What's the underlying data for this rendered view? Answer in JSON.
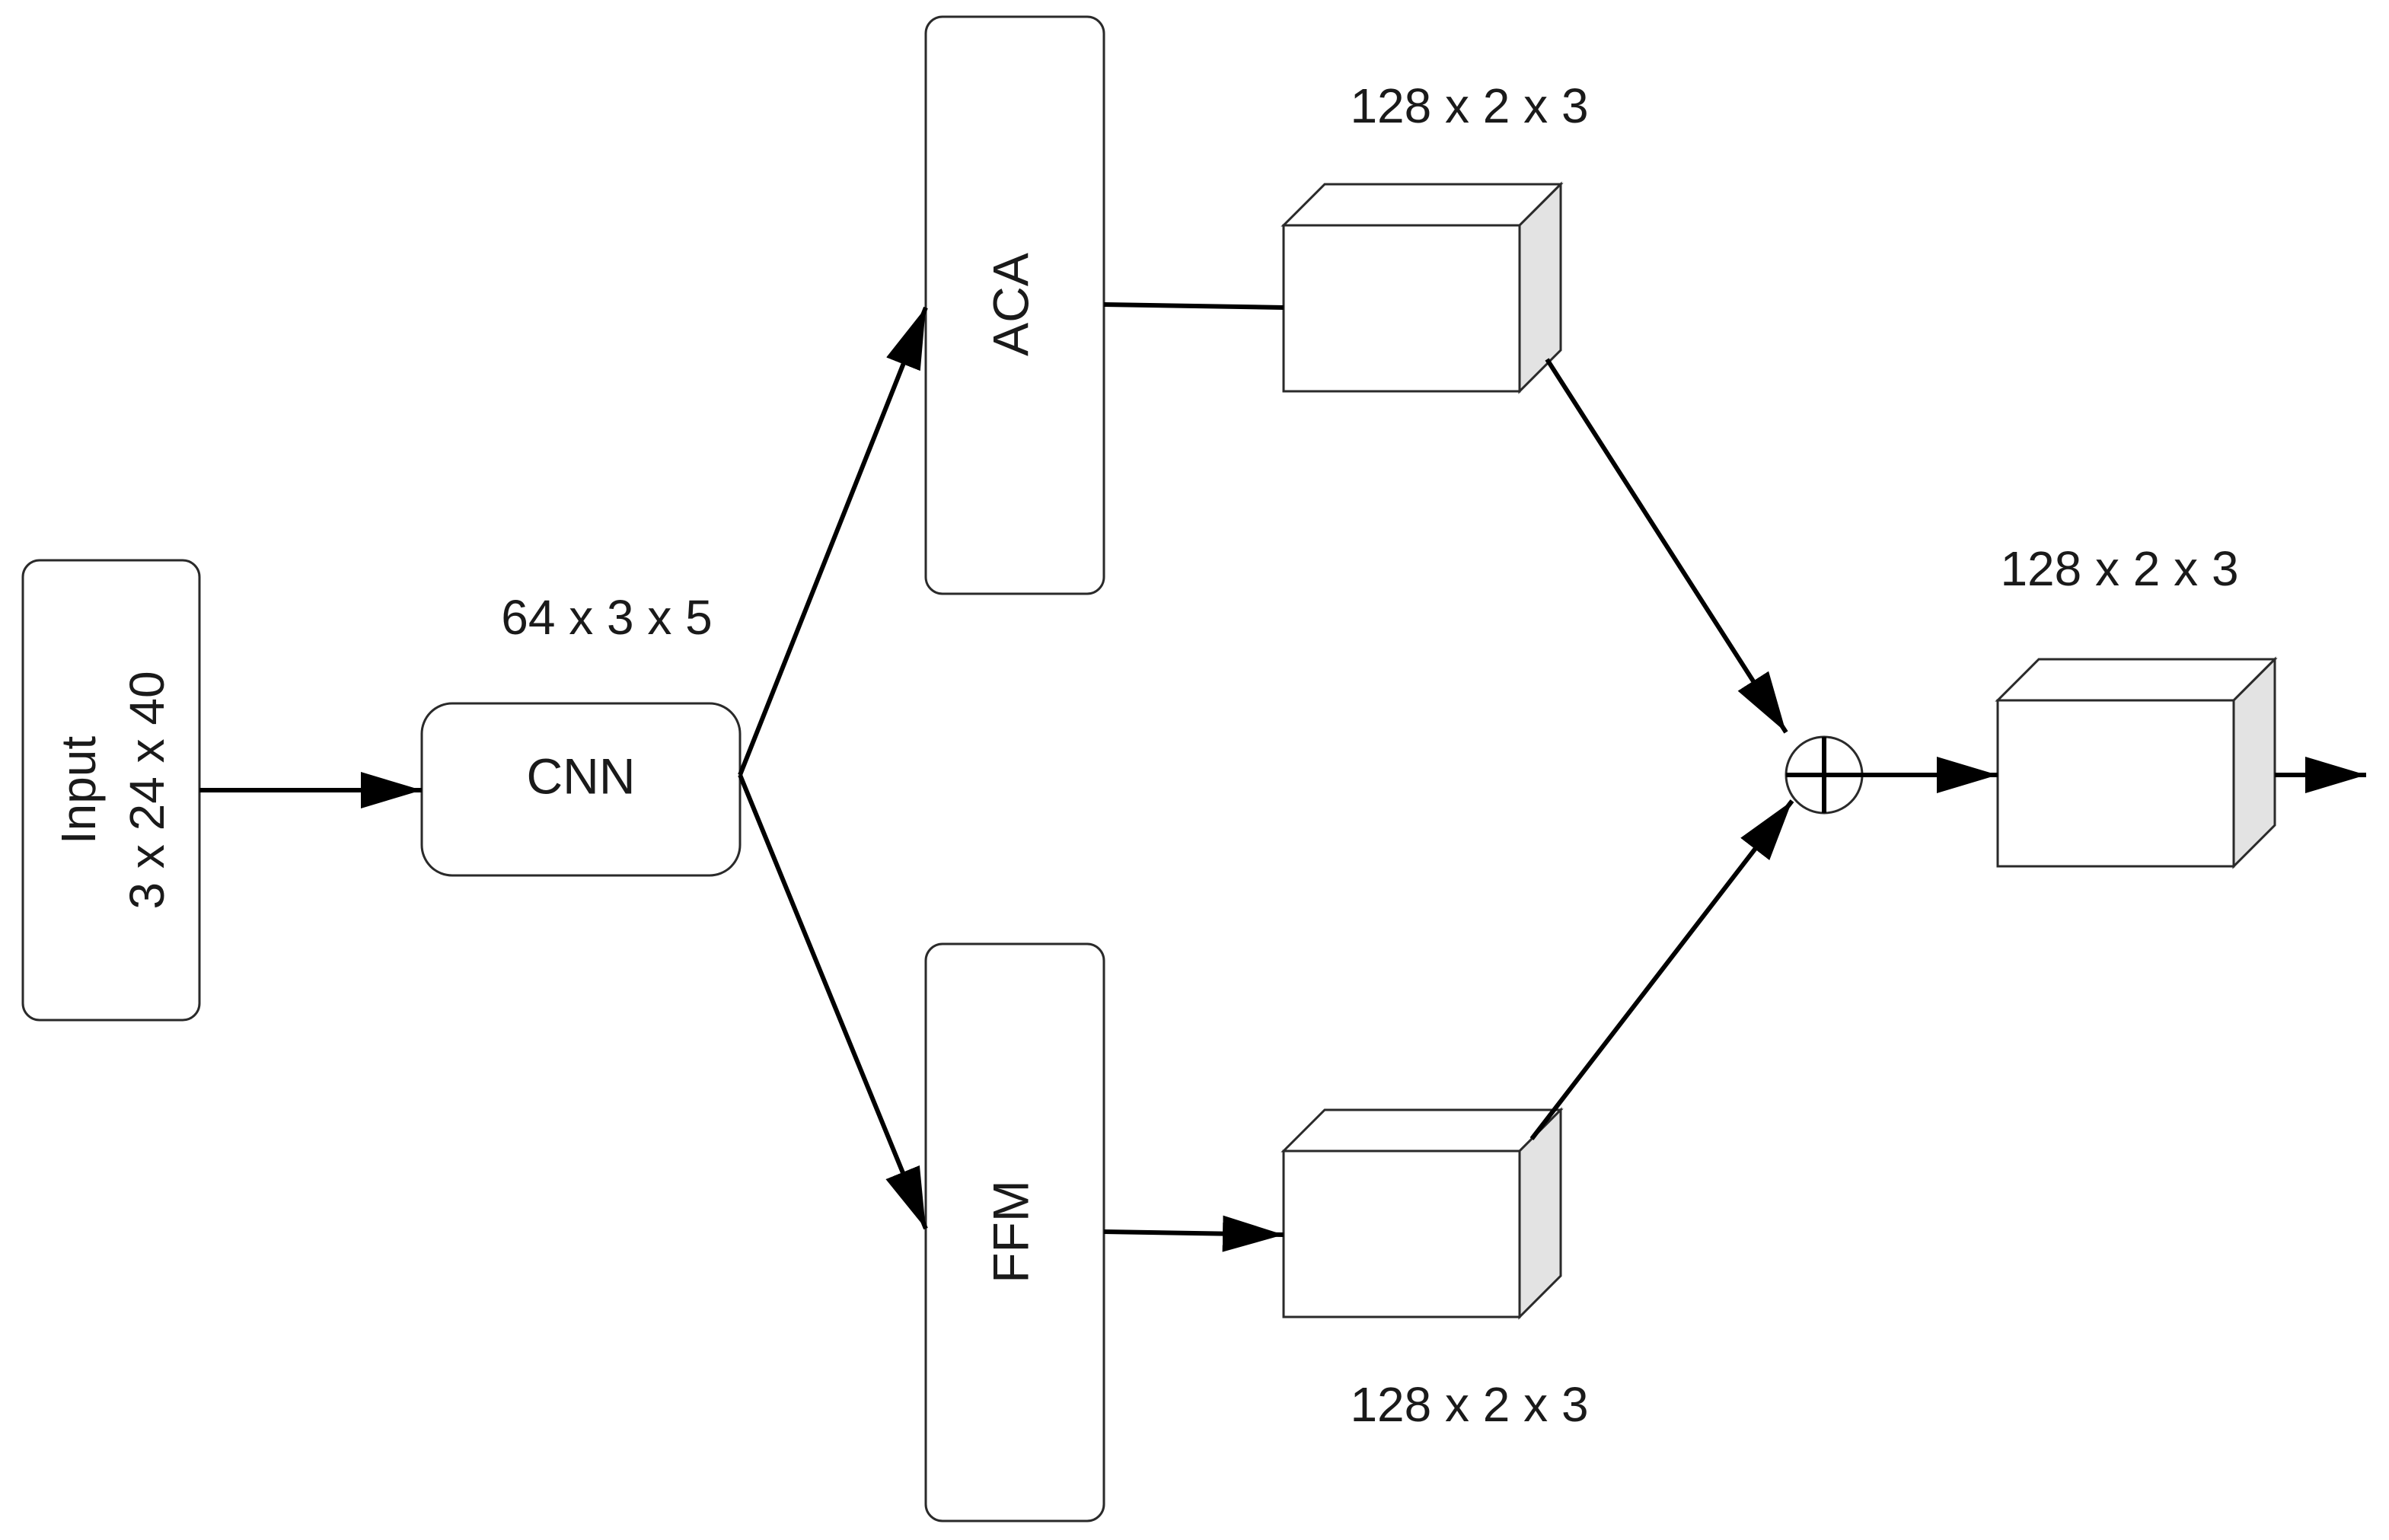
{
  "nodes": {
    "input": {
      "line1": "Input",
      "line2": "3 x 24 x 40"
    },
    "cnn": {
      "label": "CNN",
      "shape_label": "64 x 3 x 5"
    },
    "aca": {
      "label": "ACA"
    },
    "ffm": {
      "label": "FFM"
    },
    "aca_output": {
      "shape_label": "128 x 2 x 3"
    },
    "ffm_output": {
      "shape_label": "128 x 2 x 3"
    },
    "sum": {
      "symbol": "element-wise-add-icon"
    },
    "final_output": {
      "shape_label": "128 x 2 x 3"
    }
  },
  "edges": [
    {
      "from": "input",
      "to": "cnn",
      "arrow": true
    },
    {
      "from": "cnn",
      "to": "aca",
      "arrow": true
    },
    {
      "from": "cnn",
      "to": "ffm",
      "arrow": true
    },
    {
      "from": "aca",
      "to": "aca_output",
      "arrow": false
    },
    {
      "from": "ffm",
      "to": "ffm_output",
      "arrow": true
    },
    {
      "from": "aca_output",
      "to": "sum",
      "arrow": true
    },
    {
      "from": "ffm_output",
      "to": "sum",
      "arrow": true
    },
    {
      "from": "sum",
      "to": "final_output",
      "arrow": true
    },
    {
      "from": "final_output",
      "to": "exit",
      "arrow": true
    }
  ],
  "colors": {
    "stroke": "#2a2a2a",
    "cube_side": "#e3e3e3",
    "background": "#ffffff"
  }
}
